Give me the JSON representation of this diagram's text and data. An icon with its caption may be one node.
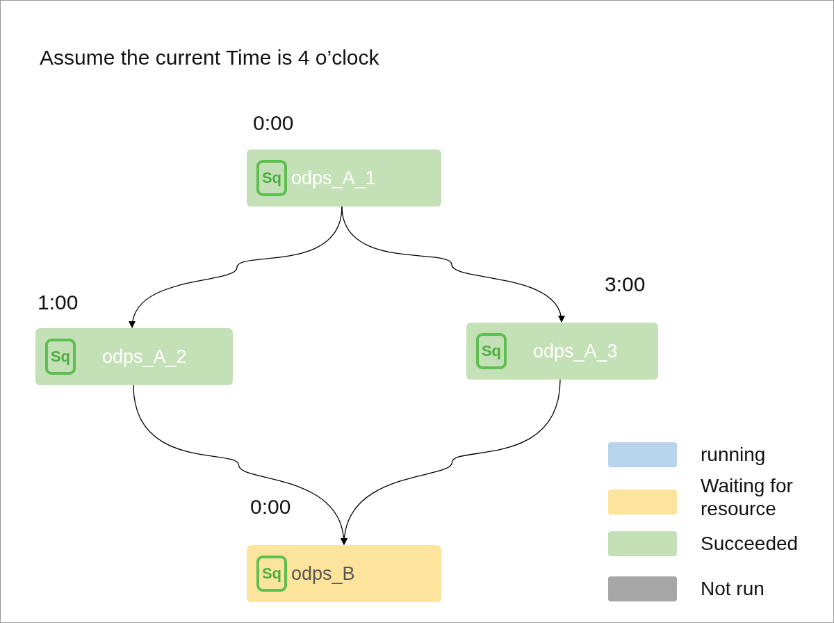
{
  "diagram": {
    "title": "Assume the current Time is 4 o’clock",
    "nodes": [
      {
        "text": [
          "Sq",
          "odps_A_1"
        ],
        "beside": [
          "0:00"
        ]
      },
      {
        "text": [
          "Sq",
          "odps_A_2"
        ],
        "beside": [
          "1:00"
        ]
      },
      {
        "text": [
          "Sq",
          "odps_A_3"
        ],
        "beside": [
          "3:00"
        ]
      },
      {
        "text": [
          "Sq",
          "odps_B"
        ],
        "beside": [
          "0:00"
        ]
      }
    ],
    "edges": [
      {
        "from": 0,
        "to": 1,
        "arrow": "to"
      },
      {
        "from": 0,
        "to": 2,
        "arrow": "to"
      },
      {
        "from": 1,
        "to": 3,
        "arrow": "to"
      },
      {
        "from": 2,
        "to": 3,
        "arrow": "to"
      }
    ],
    "legend": [
      {
        "text": "running",
        "color": "#b8d4ec"
      },
      {
        "text": "Waiting for resource",
        "color": "#fde49c"
      },
      {
        "text": "Succeeded",
        "color": "#c4e0b6"
      },
      {
        "text": "Not run",
        "color": "#a6a6a6"
      }
    ]
  }
}
